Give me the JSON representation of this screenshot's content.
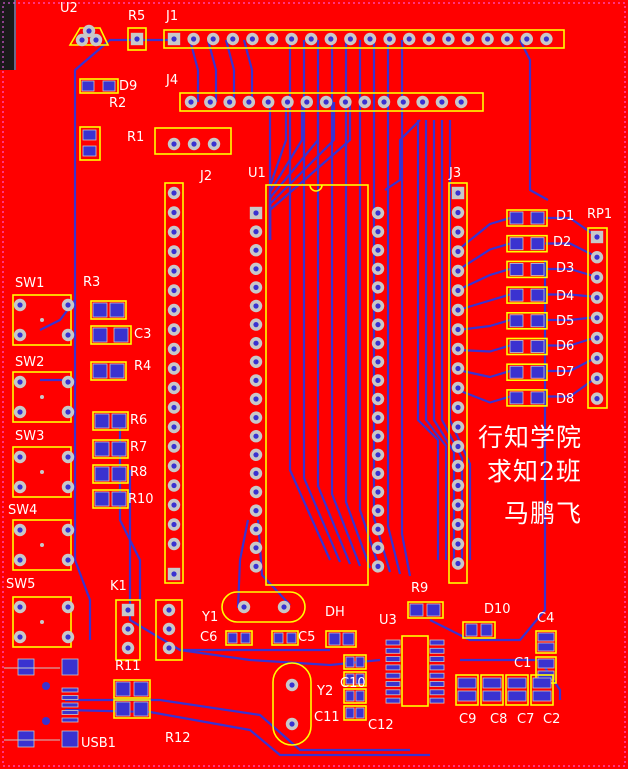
{
  "board": {
    "colors": {
      "copper": "#ff0000",
      "trace": "#3a32d0",
      "pad": "#c8c8c8",
      "silk": "#ffff00",
      "text": "#ffffff"
    },
    "text_block": [
      "行知学院",
      "求知2班",
      "马鹏飞"
    ]
  },
  "designators": {
    "U2": "U2",
    "R5": "R5",
    "J1": "J1",
    "D9": "D9",
    "R2": "R2",
    "J4": "J4",
    "R1": "R1",
    "J2": "J2",
    "U1": "U1",
    "J3": "J3",
    "RP1": "RP1",
    "D1": "D1",
    "D2": "D2",
    "D3": "D3",
    "D4": "D4",
    "D5": "D5",
    "D6": "D6",
    "D7": "D7",
    "D8": "D8",
    "SW1": "SW1",
    "SW2": "SW2",
    "SW3": "SW3",
    "SW4": "SW4",
    "SW5": "SW5",
    "R3": "R3",
    "C3": "C3",
    "R4": "R4",
    "R6": "R6",
    "R7": "R7",
    "R8": "R8",
    "R10": "R10",
    "K1": "K1",
    "Y1": "Y1",
    "C6": "C6",
    "C5": "C5",
    "DH": "DH",
    "R9": "R9",
    "U3": "U3",
    "D10": "D10",
    "C4": "C4",
    "C1": "C1",
    "R11": "R11",
    "Y2": "Y2",
    "C10": "C10",
    "C11": "C11",
    "C12": "C12",
    "C9": "C9",
    "C8": "C8",
    "C7": "C7",
    "C2": "C2",
    "USB1": "USB1",
    "R12": "R12"
  }
}
